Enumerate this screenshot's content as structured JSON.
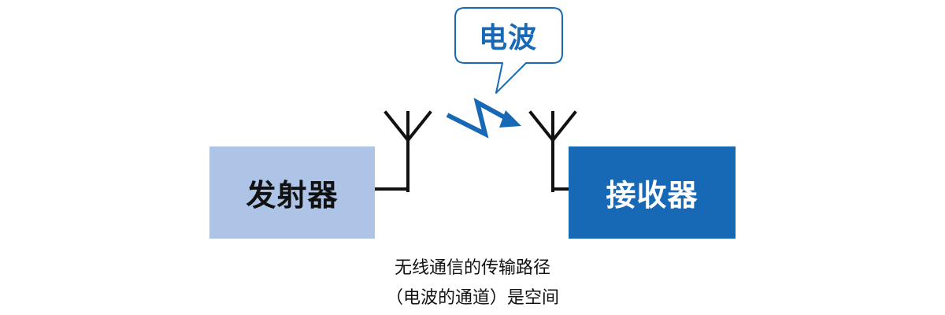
{
  "transmitter": {
    "label": "发射器",
    "color": "#adc4e6"
  },
  "receiver": {
    "label": "接收器",
    "color": "#1769b5"
  },
  "callout": {
    "label": "电波",
    "color": "#1769b5"
  },
  "caption": {
    "line1": "无线通信的传输路径",
    "line2": "（电波的通道）是空间"
  },
  "icons": [
    "antenna-icon",
    "antenna-icon",
    "radio-wave-arrow-icon",
    "speech-bubble-icon"
  ]
}
